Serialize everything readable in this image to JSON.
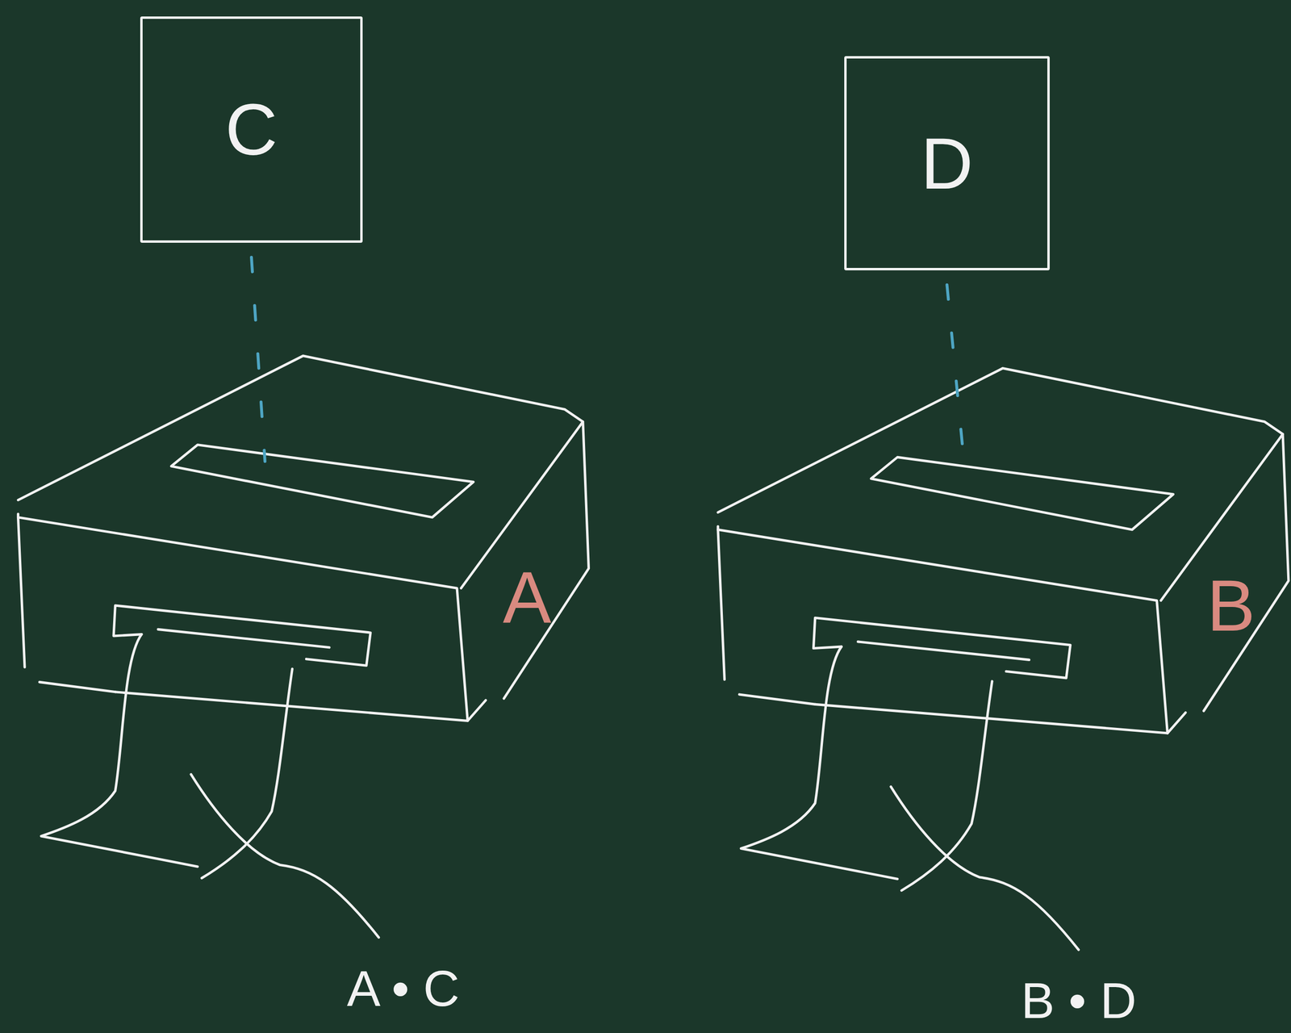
{
  "diagram": {
    "nodes": [
      {
        "text": [
          "C"
        ]
      },
      {
        "text": [
          "D"
        ]
      },
      {
        "text": [
          "A"
        ]
      },
      {
        "text": [
          "B"
        ]
      }
    ],
    "edges": [
      {
        "from": 0,
        "to": 2,
        "arrow": "none"
      },
      {
        "from": 1,
        "to": 3,
        "arrow": "none"
      }
    ],
    "labels": [
      "A • C",
      "B • D"
    ]
  }
}
